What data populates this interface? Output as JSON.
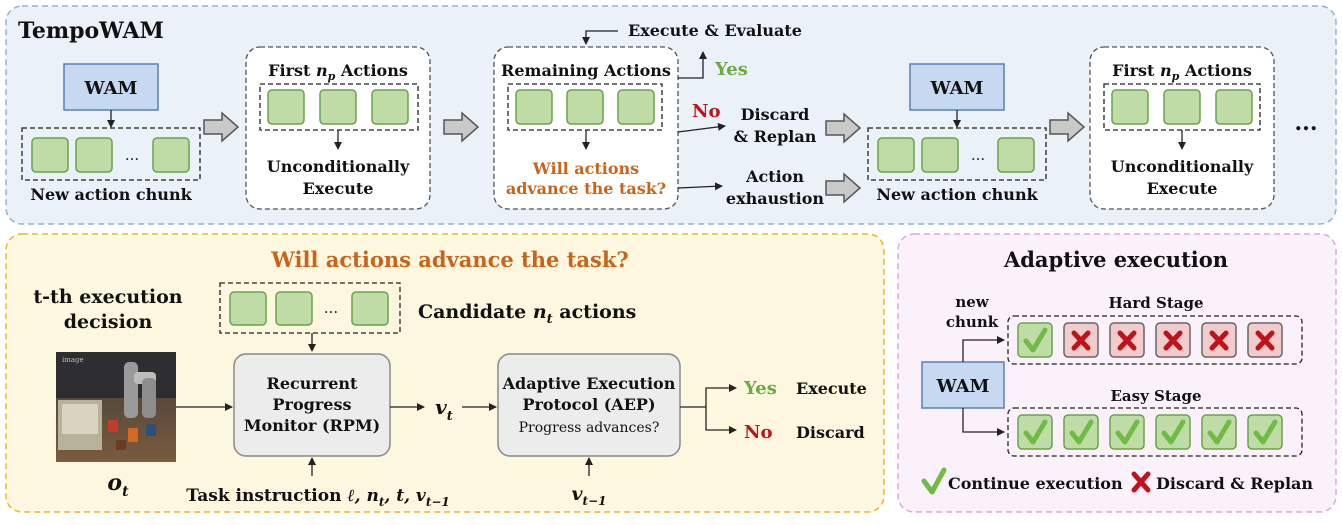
{
  "top": {
    "title": "TempoWAM",
    "wam_label": "WAM",
    "ellipsis": "...",
    "new_chunk_label": "New action chunk",
    "first_actions_prefix": "First ",
    "first_actions_var": "n",
    "first_actions_sub": "p",
    "first_actions_suffix": " Actions",
    "uncond_line1": "Unconditionally",
    "uncond_line2": "Execute",
    "remaining_label": "Remaining Actions",
    "question_line1": "Will actions",
    "question_line2": "advance the task?",
    "execute_evaluate": "Execute & Evaluate",
    "yes": "Yes",
    "no": "No",
    "discard_line1": "Discard",
    "discard_line2": "& Replan",
    "exhaust_line1": "Action",
    "exhaust_line2": "exhaustion",
    "more_dots": "..."
  },
  "bottom_left": {
    "title": "Will actions advance the task?",
    "decision_line1": "t-th execution",
    "decision_line2": "decision",
    "candidate_prefix": "Candidate ",
    "candidate_var": "n",
    "candidate_sub": "t",
    "candidate_suffix": " actions",
    "ellipsis": "...",
    "obs_var": "o",
    "obs_sub": "t",
    "image_tag": "image",
    "rpm_line1": "Recurrent",
    "rpm_line2": "Progress",
    "rpm_line3": "Monitor (RPM)",
    "v_var": "v",
    "v_sub": "t",
    "aep_line1": "Adaptive Execution",
    "aep_line2": "Protocol (AEP)",
    "aep_line3": "Progress advances?",
    "task_instruction_prefix": "Task instruction ",
    "task_instruction_vars": "ℓ, n",
    "task_instruction_sub1": "t",
    "task_instruction_mid": ", t, v",
    "task_instruction_sub2": "t−1",
    "vprev_var": "v",
    "vprev_sub": "t−1",
    "yes": "Yes",
    "execute": "Execute",
    "no": "No",
    "discard": "Discard"
  },
  "bottom_right": {
    "title": "Adaptive execution",
    "new_chunk_line1": "new",
    "new_chunk_line2": "chunk",
    "wam_label": "WAM",
    "hard_stage": "Hard Stage",
    "easy_stage": "Easy Stage",
    "hard_marks": [
      "check",
      "cross",
      "cross",
      "cross",
      "cross",
      "cross"
    ],
    "easy_marks": [
      "check",
      "check",
      "check",
      "check",
      "check",
      "check"
    ],
    "legend_continue": "Continue execution",
    "legend_discard": "Discard & Replan"
  },
  "colors": {
    "top_panel_bg": "#eaf1f9",
    "top_panel_border": "#8fb3d6",
    "bl_panel_bg": "#fdf7df",
    "bl_panel_border": "#e8b832",
    "br_panel_bg": "#fbf1fa",
    "br_panel_border": "#e0a6e0",
    "wam_fill": "#c7d8f1",
    "wam_border": "#5b7fb8",
    "action_fill": "#bfdca6",
    "action_border": "#6aa34c",
    "hard_fill": "#f2cccc",
    "orange_text": "#c8651b",
    "green_text": "#6aab3f",
    "red_text": "#c0121b",
    "check": "#6fbb45",
    "cross": "#c0121b",
    "gray_box": "#ececec"
  }
}
